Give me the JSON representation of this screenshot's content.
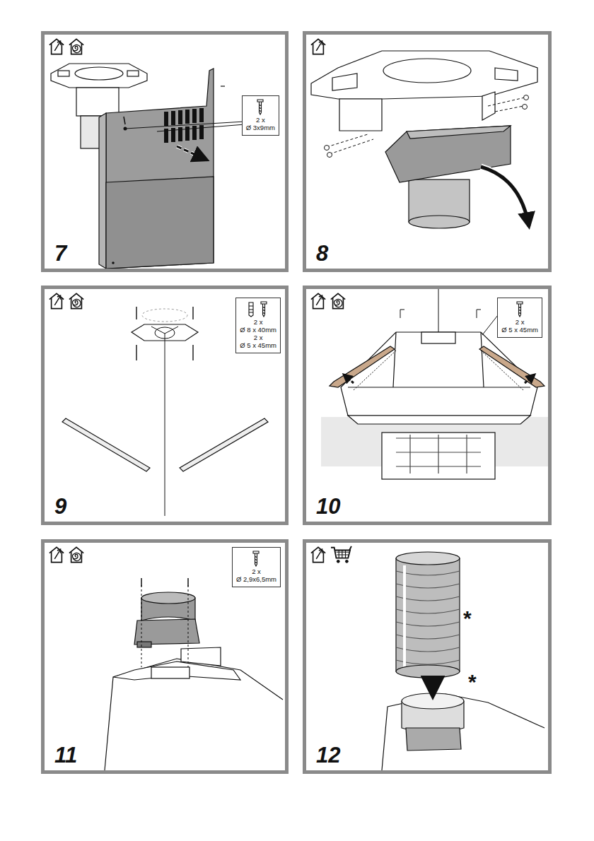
{
  "diagram": {
    "nodes": [
      {
        "text": [
          "7"
        ]
      },
      {
        "text": [
          "2 x",
          "Ø 3x9mm"
        ],
        "in": 0
      },
      {
        "text": [
          "8"
        ]
      },
      {
        "text": [
          "9"
        ]
      },
      {
        "text": [
          "2 x",
          "Ø 8 x 40mm",
          "2 x",
          "Ø 5 x 45mm"
        ],
        "in": 3
      },
      {
        "text": [
          "10"
        ]
      },
      {
        "text": [
          "2 x",
          "Ø 5 x 45mm"
        ],
        "in": 5
      },
      {
        "text": [
          "11"
        ]
      },
      {
        "text": [
          "2 x",
          "Ø 2,9x6,5mm"
        ],
        "in": 7
      },
      {
        "text": [
          "12"
        ]
      }
    ],
    "labels": [
      "*",
      "*"
    ]
  }
}
